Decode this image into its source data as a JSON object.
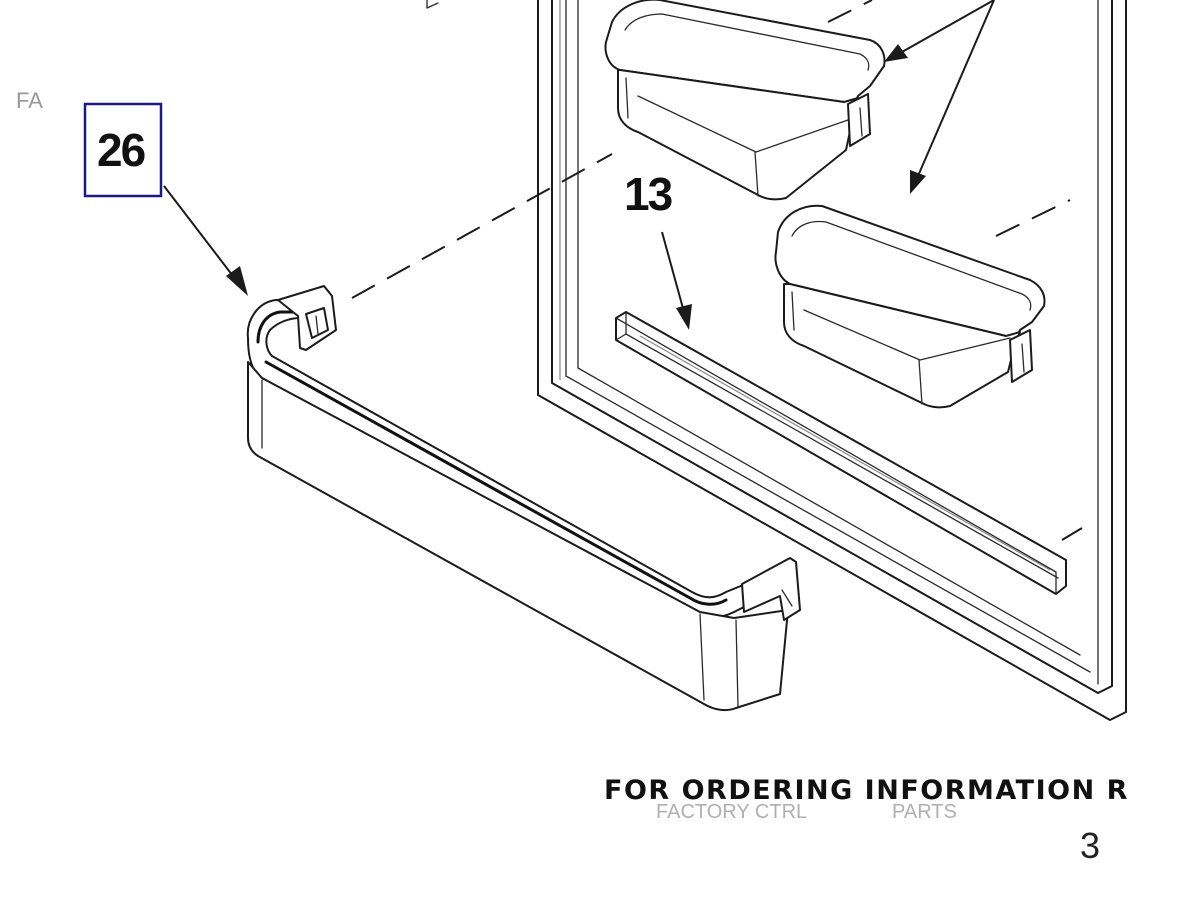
{
  "callouts": {
    "shelf_bar": "26",
    "strip": "13"
  },
  "watermark": {
    "corner": "FA",
    "factory": "FACTORY CTRL",
    "parts": "PARTS"
  },
  "footer": {
    "ordering_text": "FOR ORDERING INFORMATION R",
    "page_number": "3"
  }
}
